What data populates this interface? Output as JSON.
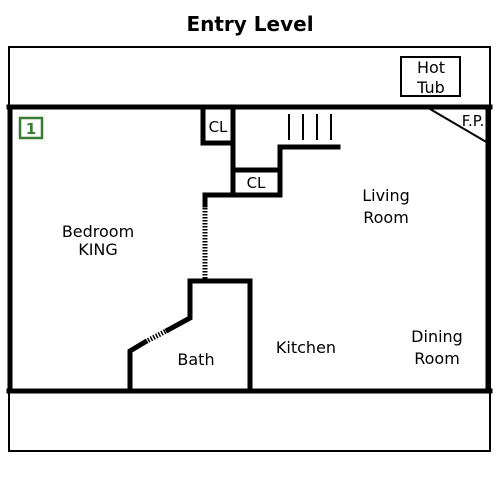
{
  "title": "Entry Level",
  "badge": "1",
  "rooms": {
    "hot_tub": [
      "Hot",
      "Tub"
    ],
    "fireplace": "F.P.",
    "closet_upper": "CL",
    "closet_lower": "CL",
    "bedroom": [
      "Bedroom",
      "KING"
    ],
    "living_room": [
      "Living",
      "Room"
    ],
    "bath": "Bath",
    "kitchen": "Kitchen",
    "dining_room": [
      "Dining",
      "Room"
    ]
  },
  "colors": {
    "wall": "#000000",
    "badge": "#3a7d32",
    "background": "#ffffff"
  }
}
